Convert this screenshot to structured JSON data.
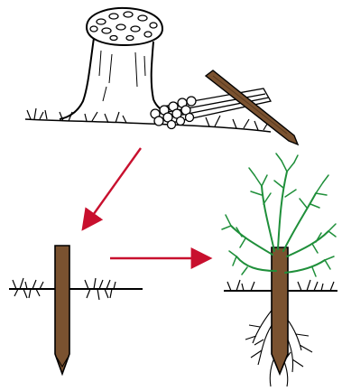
{
  "diagram": {
    "kind": "process-illustration",
    "steps": [
      {
        "id": "harvest",
        "depicts": "tree-stump-with-cut-stakes"
      },
      {
        "id": "plant",
        "depicts": "bare-stake-in-ground"
      },
      {
        "id": "grow",
        "depicts": "stake-sprouting-shoots-and-roots"
      }
    ],
    "flow": [
      "harvest",
      "plant",
      "grow"
    ]
  },
  "colors": {
    "outline": "#000000",
    "wood": "#7a5230",
    "wood_dark": "#5a3a1e",
    "foliage": "#1f8f3a",
    "arrow": "#c8102e",
    "background": "#ffffff"
  }
}
